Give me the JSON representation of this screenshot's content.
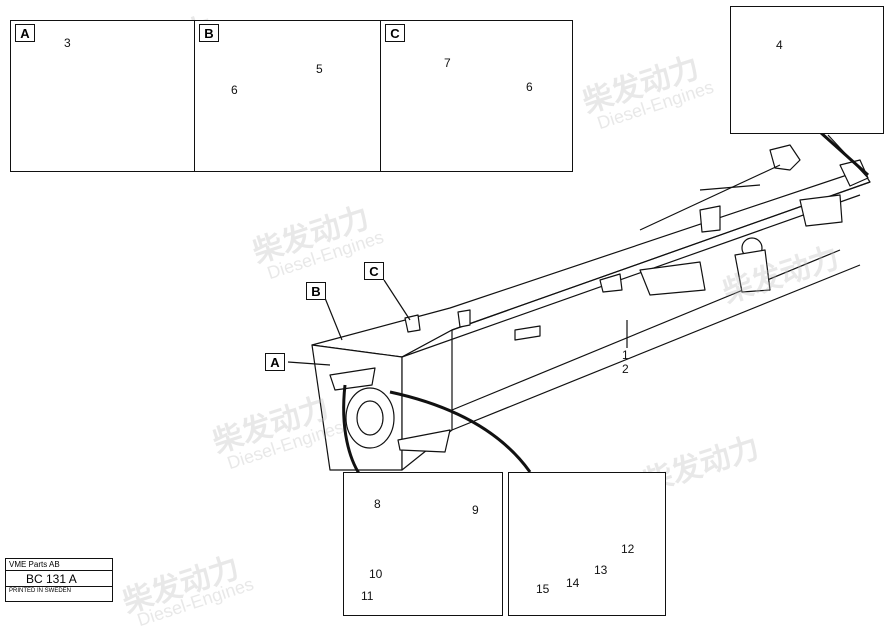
{
  "callouts": {
    "A": "A",
    "B": "B",
    "C": "C"
  },
  "part_numbers": {
    "p1": "1",
    "p2": "2",
    "p3": "3",
    "p4": "4",
    "p5": "5",
    "p6a": "6",
    "p6b": "6",
    "p7": "7",
    "p8": "8",
    "p9": "9",
    "p10": "10",
    "p11": "11",
    "p12": "12",
    "p13": "13",
    "p14": "14",
    "p15": "15"
  },
  "watermark": {
    "brand": "柴发动力",
    "sub": "Diesel-Engines"
  },
  "stamp": {
    "company": "VME Parts AB",
    "code": "BC 131 A",
    "printed": "PRINTED IN SWEDEN"
  }
}
